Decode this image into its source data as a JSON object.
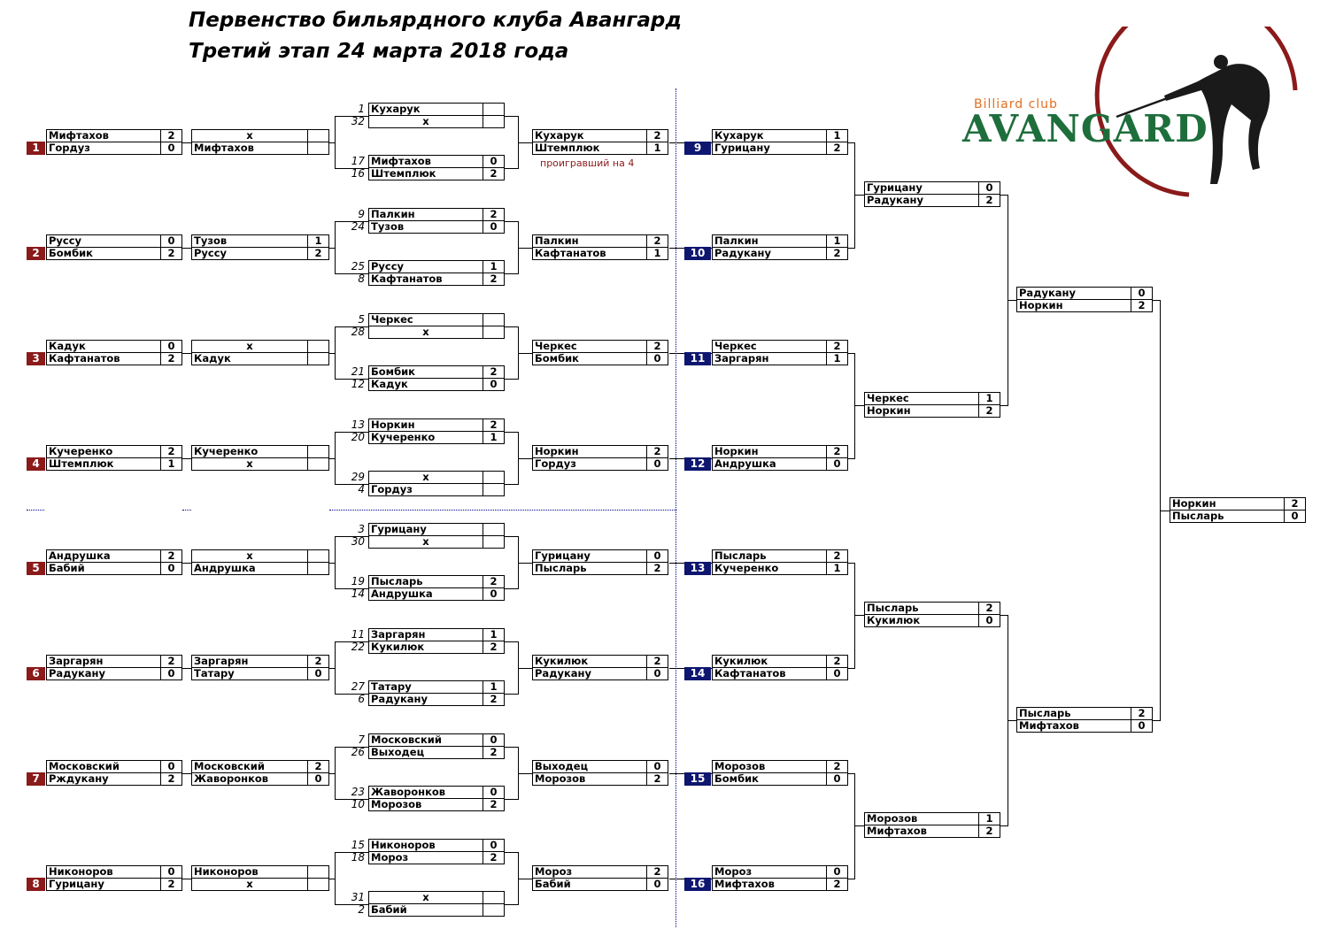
{
  "title": "Первенство бильярдного клуба Авангард",
  "subtitle": "Третий этап 24 марта 2018 года",
  "note": "проигравший на 4",
  "logo": {
    "small": "Billiard club",
    "big": "AVANGARD",
    "color_green": "#1e6e3c",
    "color_orange": "#e07020",
    "color_ring": "#8b1a1a"
  },
  "badge_colors": {
    "red": "#8b1a1a",
    "navy": "#0e1670"
  },
  "r1": [
    {
      "num": "1",
      "p": [
        [
          "Мифтахов",
          "2"
        ],
        [
          "Гордуз",
          "0"
        ]
      ]
    },
    {
      "num": "2",
      "p": [
        [
          "Руссу",
          "0"
        ],
        [
          "Бомбик",
          "2"
        ]
      ]
    },
    {
      "num": "3",
      "p": [
        [
          "Кадук",
          "0"
        ],
        [
          "Кафтанатов",
          "2"
        ]
      ]
    },
    {
      "num": "4",
      "p": [
        [
          "Кучеренко",
          "2"
        ],
        [
          "Штемплюк",
          "1"
        ]
      ]
    },
    {
      "num": "5",
      "p": [
        [
          "Андрушка",
          "2"
        ],
        [
          "Бабий",
          "0"
        ]
      ]
    },
    {
      "num": "6",
      "p": [
        [
          "Заргарян",
          "2"
        ],
        [
          "Радукану",
          "0"
        ]
      ]
    },
    {
      "num": "7",
      "p": [
        [
          "Московский",
          "0"
        ],
        [
          "Рждукану",
          "2"
        ]
      ]
    },
    {
      "num": "8",
      "p": [
        [
          "Никоноров",
          "0"
        ],
        [
          "Гурицану",
          "2"
        ]
      ]
    }
  ],
  "r2": [
    {
      "p": [
        [
          "x",
          ""
        ],
        [
          "Мифтахов",
          ""
        ]
      ]
    },
    {
      "p": [
        [
          "Тузов",
          "1"
        ],
        [
          "Руссу",
          "2"
        ]
      ]
    },
    {
      "p": [
        [
          "x",
          ""
        ],
        [
          "Кадук",
          ""
        ]
      ]
    },
    {
      "p": [
        [
          "Кучеренко",
          ""
        ],
        [
          "x",
          ""
        ]
      ]
    },
    {
      "p": [
        [
          "x",
          ""
        ],
        [
          "Андрушка",
          ""
        ]
      ]
    },
    {
      "p": [
        [
          "Заргарян",
          "2"
        ],
        [
          "Татару",
          "0"
        ]
      ]
    },
    {
      "p": [
        [
          "Московский",
          "2"
        ],
        [
          "Жаворонков",
          "0"
        ]
      ]
    },
    {
      "p": [
        [
          "Никоноров",
          ""
        ],
        [
          "x",
          ""
        ]
      ]
    }
  ],
  "r3": [
    {
      "a": {
        "s": [
          "1",
          "32"
        ],
        "p": [
          [
            "Кухарук",
            ""
          ],
          [
            "x",
            ""
          ]
        ]
      },
      "b": {
        "s": [
          "17",
          "16"
        ],
        "p": [
          [
            "Мифтахов",
            "0"
          ],
          [
            "Штемплюк",
            "2"
          ]
        ]
      }
    },
    {
      "a": {
        "s": [
          "9",
          "24"
        ],
        "p": [
          [
            "Палкин",
            "2"
          ],
          [
            "Тузов",
            "0"
          ]
        ]
      },
      "b": {
        "s": [
          "25",
          "8"
        ],
        "p": [
          [
            "Руссу",
            "1"
          ],
          [
            "Кафтанатов",
            "2"
          ]
        ]
      }
    },
    {
      "a": {
        "s": [
          "5",
          "28"
        ],
        "p": [
          [
            "Черкес",
            ""
          ],
          [
            "x",
            ""
          ]
        ]
      },
      "b": {
        "s": [
          "21",
          "12"
        ],
        "p": [
          [
            "Бомбик",
            "2"
          ],
          [
            "Кадук",
            "0"
          ]
        ]
      }
    },
    {
      "a": {
        "s": [
          "13",
          "20"
        ],
        "p": [
          [
            "Норкин",
            "2"
          ],
          [
            "Кучеренко",
            "1"
          ]
        ]
      },
      "b": {
        "s": [
          "29",
          "4"
        ],
        "p": [
          [
            "x",
            ""
          ],
          [
            "Гордуз",
            ""
          ]
        ]
      }
    },
    {
      "a": {
        "s": [
          "3",
          "30"
        ],
        "p": [
          [
            "Гурицану",
            ""
          ],
          [
            "x",
            ""
          ]
        ]
      },
      "b": {
        "s": [
          "19",
          "14"
        ],
        "p": [
          [
            "Пысларь",
            "2"
          ],
          [
            "Андрушка",
            "0"
          ]
        ]
      }
    },
    {
      "a": {
        "s": [
          "11",
          "22"
        ],
        "p": [
          [
            "Заргарян",
            "1"
          ],
          [
            "Кукилюк",
            "2"
          ]
        ]
      },
      "b": {
        "s": [
          "27",
          "6"
        ],
        "p": [
          [
            "Татару",
            "1"
          ],
          [
            "Радукану",
            "2"
          ]
        ]
      }
    },
    {
      "a": {
        "s": [
          "7",
          "26"
        ],
        "p": [
          [
            "Московский",
            "0"
          ],
          [
            "Выходец",
            "2"
          ]
        ]
      },
      "b": {
        "s": [
          "23",
          "10"
        ],
        "p": [
          [
            "Жаворонков",
            "0"
          ],
          [
            "Морозов",
            "2"
          ]
        ]
      }
    },
    {
      "a": {
        "s": [
          "15",
          "18"
        ],
        "p": [
          [
            "Никоноров",
            "0"
          ],
          [
            "Мороз",
            "2"
          ]
        ]
      },
      "b": {
        "s": [
          "31",
          "2"
        ],
        "p": [
          [
            "x",
            ""
          ],
          [
            "Бабий",
            ""
          ]
        ]
      }
    }
  ],
  "r4": [
    {
      "p": [
        [
          "Кухарук",
          "2"
        ],
        [
          "Штемплюк",
          "1"
        ]
      ]
    },
    {
      "p": [
        [
          "Палкин",
          "2"
        ],
        [
          "Кафтанатов",
          "1"
        ]
      ]
    },
    {
      "p": [
        [
          "Черкес",
          "2"
        ],
        [
          "Бомбик",
          "0"
        ]
      ]
    },
    {
      "p": [
        [
          "Норкин",
          "2"
        ],
        [
          "Гордуз",
          "0"
        ]
      ]
    },
    {
      "p": [
        [
          "Гурицану",
          "0"
        ],
        [
          "Пысларь",
          "2"
        ]
      ]
    },
    {
      "p": [
        [
          "Кукилюк",
          "2"
        ],
        [
          "Радукану",
          "0"
        ]
      ]
    },
    {
      "p": [
        [
          "Выходец",
          "0"
        ],
        [
          "Морозов",
          "2"
        ]
      ]
    },
    {
      "p": [
        [
          "Мороз",
          "2"
        ],
        [
          "Бабий",
          "0"
        ]
      ]
    }
  ],
  "r5": [
    {
      "num": "9",
      "p": [
        [
          "Кухарук",
          "1"
        ],
        [
          "Гурицану",
          "2"
        ]
      ]
    },
    {
      "num": "10",
      "p": [
        [
          "Палкин",
          "1"
        ],
        [
          "Радукану",
          "2"
        ]
      ]
    },
    {
      "num": "11",
      "p": [
        [
          "Черкес",
          "2"
        ],
        [
          "Заргарян",
          "1"
        ]
      ]
    },
    {
      "num": "12",
      "p": [
        [
          "Норкин",
          "2"
        ],
        [
          "Андрушка",
          "0"
        ]
      ]
    },
    {
      "num": "13",
      "p": [
        [
          "Пысларь",
          "2"
        ],
        [
          "Кучеренко",
          "1"
        ]
      ]
    },
    {
      "num": "14",
      "p": [
        [
          "Кукилюк",
          "2"
        ],
        [
          "Кафтанатов",
          "0"
        ]
      ]
    },
    {
      "num": "15",
      "p": [
        [
          "Морозов",
          "2"
        ],
        [
          "Бомбик",
          "0"
        ]
      ]
    },
    {
      "num": "16",
      "p": [
        [
          "Мороз",
          "0"
        ],
        [
          "Мифтахов",
          "2"
        ]
      ]
    }
  ],
  "r6": [
    {
      "p": [
        [
          "Гурицану",
          "0"
        ],
        [
          "Радукану",
          "2"
        ]
      ]
    },
    {
      "p": [
        [
          "Черкес",
          "1"
        ],
        [
          "Норкин",
          "2"
        ]
      ]
    },
    {
      "p": [
        [
          "Пысларь",
          "2"
        ],
        [
          "Кукилюк",
          "0"
        ]
      ]
    },
    {
      "p": [
        [
          "Морозов",
          "1"
        ],
        [
          "Мифтахов",
          "2"
        ]
      ]
    }
  ],
  "r7": [
    {
      "p": [
        [
          "Радукану",
          "0"
        ],
        [
          "Норкин",
          "2"
        ]
      ]
    },
    {
      "p": [
        [
          "Пысларь",
          "2"
        ],
        [
          "Мифтахов",
          "0"
        ]
      ]
    }
  ],
  "final": {
    "p": [
      [
        "Норкин",
        "2"
      ],
      [
        "Пысларь",
        "0"
      ]
    ]
  }
}
